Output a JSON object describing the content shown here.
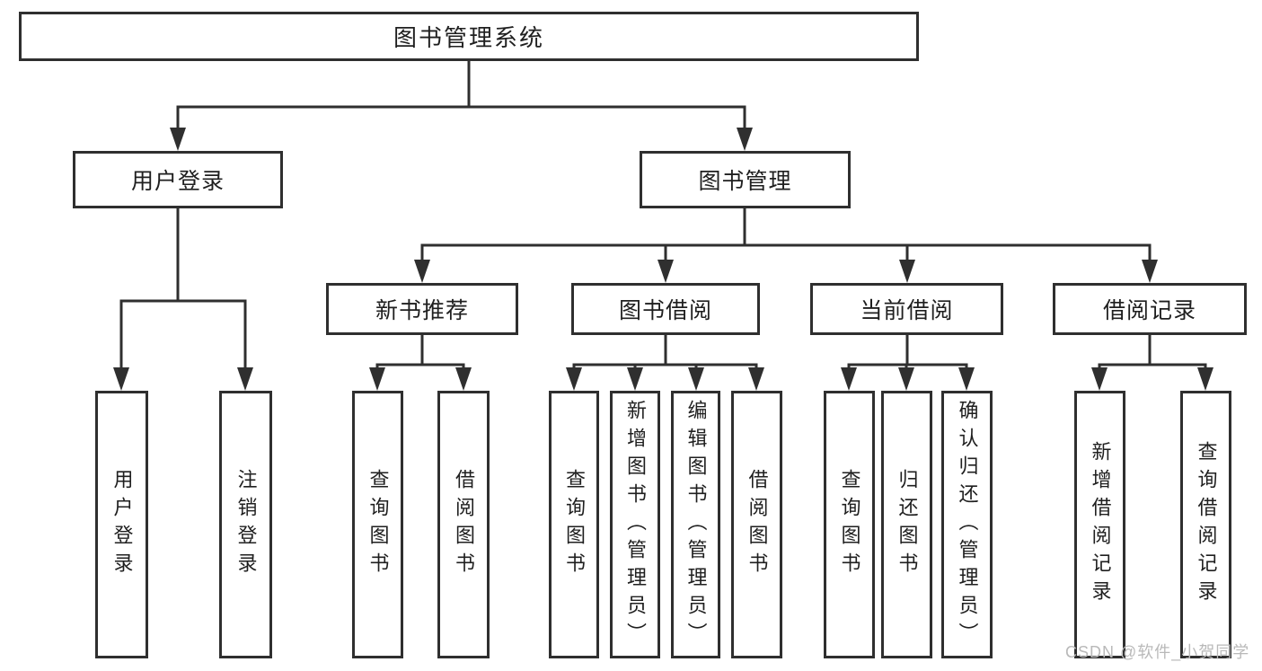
{
  "diagram": {
    "title": "图书管理系统",
    "branches": [
      {
        "label": "用户登录",
        "children": [
          {
            "label": "用户登录"
          },
          {
            "label": "注销登录"
          }
        ]
      },
      {
        "label": "图书管理",
        "children": [
          {
            "label": "新书推荐",
            "children": [
              {
                "label": "查询图书"
              },
              {
                "label": "借阅图书"
              }
            ]
          },
          {
            "label": "图书借阅",
            "children": [
              {
                "label": "查询图书"
              },
              {
                "label": "新增图书（管理员）"
              },
              {
                "label": "编辑图书（管理员）"
              },
              {
                "label": "借阅图书"
              }
            ]
          },
          {
            "label": "当前借阅",
            "children": [
              {
                "label": "查询图书"
              },
              {
                "label": "归还图书"
              },
              {
                "label": "确认归还（管理员）"
              }
            ]
          },
          {
            "label": "借阅记录",
            "children": [
              {
                "label": "新增借阅记录"
              },
              {
                "label": "查询借阅记录"
              }
            ]
          }
        ]
      }
    ]
  },
  "watermark": {
    "text": "CSDN @软件_小贺同学"
  },
  "colors": {
    "line": "#2f2f2f",
    "box_border": "#2f2f2f",
    "text": "#1f1f1f",
    "watermark": "#b9b9b9",
    "background": "#ffffff"
  }
}
